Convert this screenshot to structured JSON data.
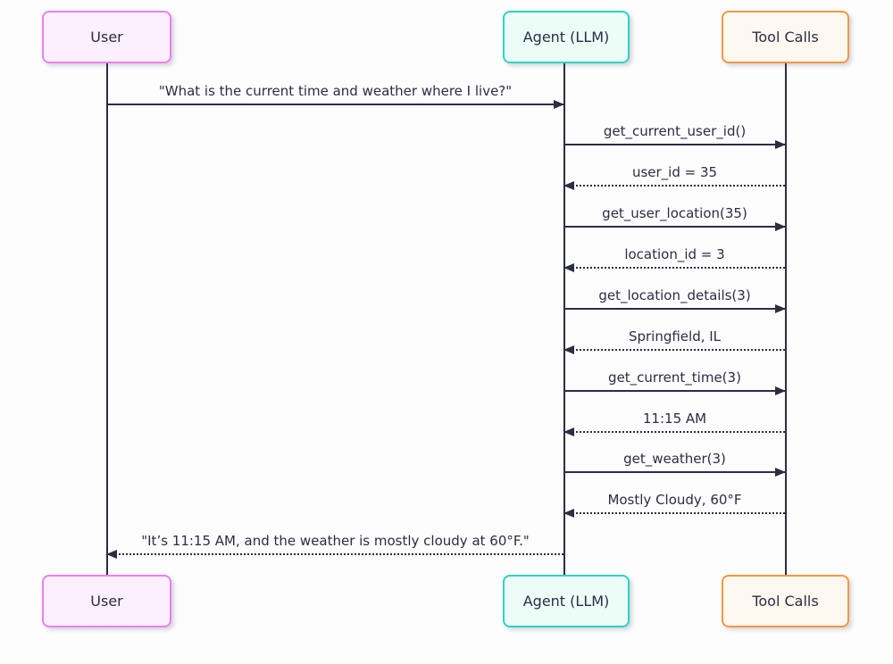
{
  "diagram": {
    "type": "sequence",
    "actors": [
      {
        "id": "user",
        "label": "User"
      },
      {
        "id": "agent",
        "label": "Agent (LLM)"
      },
      {
        "id": "tool",
        "label": "Tool Calls"
      }
    ],
    "messages": [
      {
        "from": "user",
        "to": "agent",
        "style": "solid",
        "text": "\"What is the current time and weather where I live?\""
      },
      {
        "from": "agent",
        "to": "tool",
        "style": "solid",
        "text": "get_current_user_id()"
      },
      {
        "from": "tool",
        "to": "agent",
        "style": "dotted",
        "text": "user_id = 35"
      },
      {
        "from": "agent",
        "to": "tool",
        "style": "solid",
        "text": "get_user_location(35)"
      },
      {
        "from": "tool",
        "to": "agent",
        "style": "dotted",
        "text": "location_id = 3"
      },
      {
        "from": "agent",
        "to": "tool",
        "style": "solid",
        "text": "get_location_details(3)"
      },
      {
        "from": "tool",
        "to": "agent",
        "style": "dotted",
        "text": "Springfield, IL"
      },
      {
        "from": "agent",
        "to": "tool",
        "style": "solid",
        "text": "get_current_time(3)"
      },
      {
        "from": "tool",
        "to": "agent",
        "style": "dotted",
        "text": "11:15 AM"
      },
      {
        "from": "agent",
        "to": "tool",
        "style": "solid",
        "text": "get_weather(3)"
      },
      {
        "from": "tool",
        "to": "agent",
        "style": "dotted",
        "text": "Mostly Cloudy, 60°F"
      },
      {
        "from": "agent",
        "to": "user",
        "style": "dotted",
        "text": "\"It’s 11:15 AM, and the weather is mostly cloudy at 60°F.\""
      }
    ],
    "colors": {
      "line": "#2b2d42",
      "background": "#fdfdfe",
      "user_border": "#ee7ff2",
      "user_fill": "#fdf0fd",
      "agent_border": "#2dd3c0",
      "agent_fill": "#ecfdf8",
      "tool_border": "#f6963e",
      "tool_fill": "#fff8f0"
    }
  }
}
